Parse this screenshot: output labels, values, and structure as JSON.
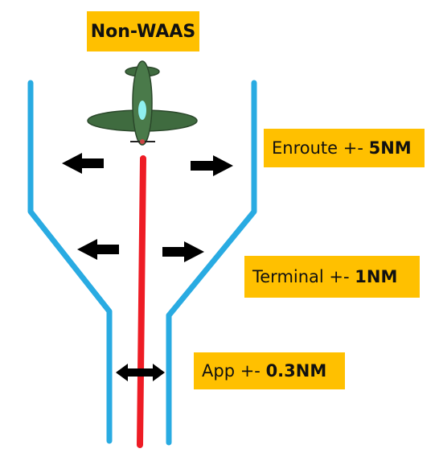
{
  "title": "Non-WAAS",
  "phases": [
    {
      "name": "Enroute +-",
      "value": "5NM"
    },
    {
      "name": "Terminal +-",
      "value": "1NM"
    },
    {
      "name": "App +-",
      "value": "0.3NM"
    }
  ],
  "colors": {
    "label_bg": "#ffc000",
    "corridor": "#29abe2",
    "track": "#ee1c25",
    "arrow": "#000000",
    "aircraft": "#3f6b3f",
    "canopy": "#8ff0f0"
  },
  "icons": {
    "aircraft": "airplane-icon",
    "arrow": "arrow-icon"
  }
}
